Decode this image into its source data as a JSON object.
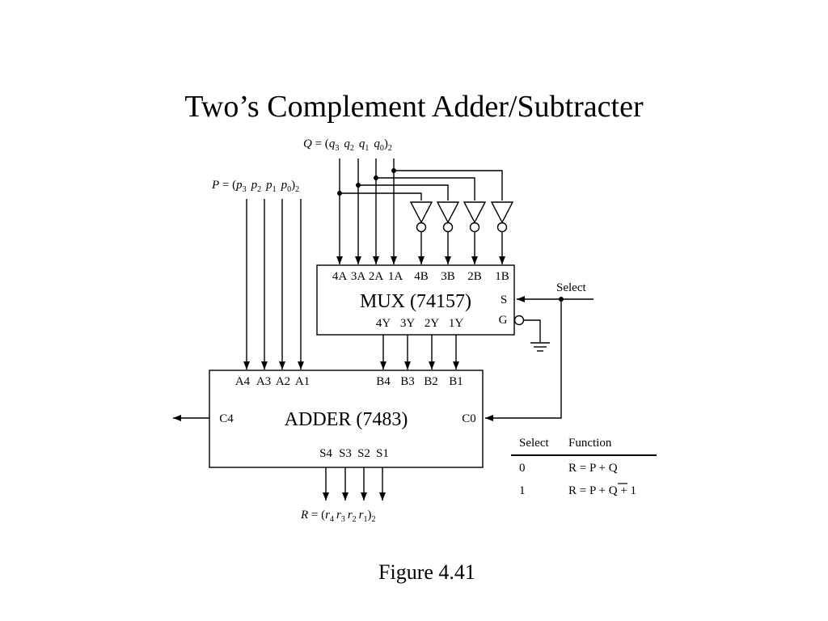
{
  "title": "Two’s Complement Adder/Subtracter",
  "caption": "Figure 4.41",
  "q_label": {
    "var": "Q",
    "bits": [
      "q",
      "q",
      "q",
      "q"
    ],
    "subs": [
      "3",
      "2",
      "1",
      "0"
    ],
    "base": "2"
  },
  "p_label": {
    "var": "P",
    "bits": [
      "p",
      "p",
      "p",
      "p"
    ],
    "subs": [
      "3",
      "2",
      "1",
      "0"
    ],
    "base": "2"
  },
  "r_label": {
    "var": "R",
    "bits": [
      "r",
      "r",
      "r",
      "r"
    ],
    "subs": [
      "4",
      "3",
      "2",
      "1"
    ],
    "base": "2"
  },
  "mux": {
    "name": "MUX (74157)",
    "a_pins": [
      "4A",
      "3A",
      "2A",
      "1A"
    ],
    "b_pins": [
      "4B",
      "3B",
      "2B",
      "1B"
    ],
    "y_pins": [
      "4Y",
      "3Y",
      "2Y",
      "1Y"
    ],
    "select_pin": "S",
    "enable_pin": "G"
  },
  "adder": {
    "name": "ADDER (7483)",
    "a_pins": [
      "A4",
      "A3",
      "A2",
      "A1"
    ],
    "b_pins": [
      "B4",
      "B3",
      "B2",
      "B1"
    ],
    "s_pins": [
      "S4",
      "S3",
      "S2",
      "S1"
    ],
    "carry_out": "C4",
    "carry_in": "C0"
  },
  "select_label": "Select",
  "function_table": {
    "headers": [
      "Select",
      "Function"
    ],
    "rows": [
      {
        "select": "0",
        "function": "R = P + Q"
      },
      {
        "select": "1",
        "function_parts": [
          "R = P + ",
          "Q",
          " + 1"
        ]
      }
    ]
  }
}
